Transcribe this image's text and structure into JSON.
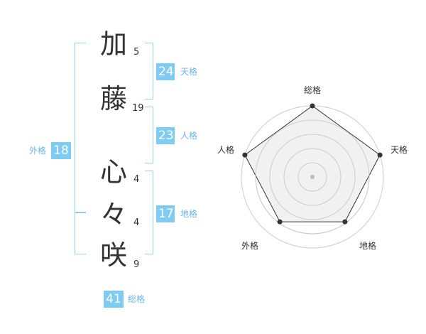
{
  "name_chars": [
    {
      "char": "加",
      "strokes": "5"
    },
    {
      "char": "藤",
      "strokes": "19"
    },
    {
      "char": "心",
      "strokes": "4"
    },
    {
      "char": "々",
      "strokes": "4"
    },
    {
      "char": "咲",
      "strokes": "9"
    }
  ],
  "kakusu": {
    "tenkaku": {
      "value": "24",
      "label": "天格"
    },
    "jinkaku": {
      "value": "23",
      "label": "人格"
    },
    "chikaku": {
      "value": "17",
      "label": "地格"
    },
    "gaikaku": {
      "value": "18",
      "label": "外格"
    },
    "soukaku": {
      "value": "41",
      "label": "総格"
    }
  },
  "chart_data": {
    "type": "radar",
    "axes": [
      "総格",
      "天格",
      "地格",
      "外格",
      "人格"
    ],
    "values": [
      1.0,
      1.0,
      0.78,
      0.78,
      1.0
    ],
    "rings": 4,
    "colors": {
      "fill": "#eeeeee",
      "line": "#333333",
      "grid": "#cccccc",
      "center": "#bbbbbb"
    }
  }
}
